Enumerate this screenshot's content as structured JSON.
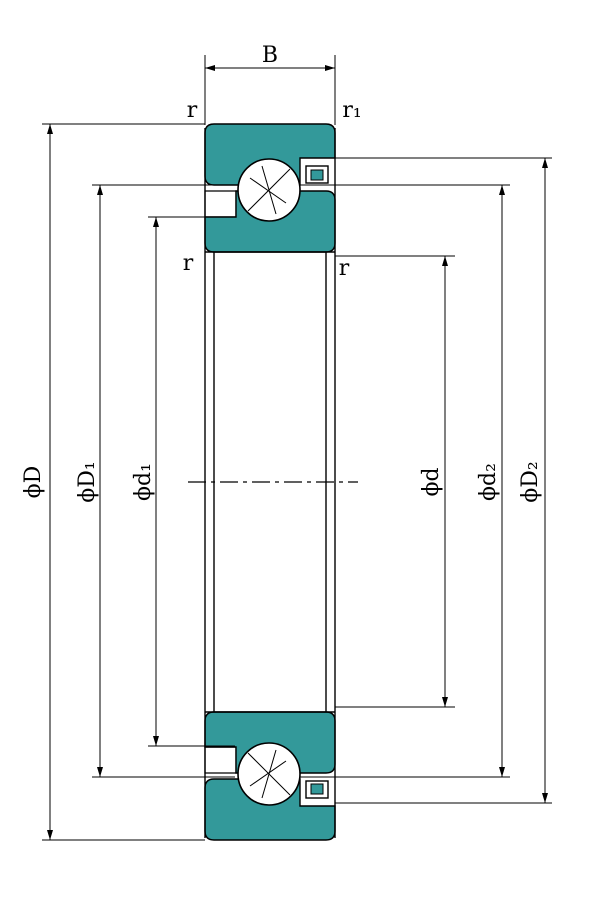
{
  "labels": {
    "width": "B",
    "r_top_left": "r",
    "r_top_right": "r₁",
    "r_inner_left": "r",
    "r_inner_right": "r",
    "outer_diameter": "ϕD",
    "d1_outer": "ϕD₁",
    "d1_inner": "ϕd₁",
    "bore": "ϕd",
    "d2_inner": "ϕd₂",
    "d2_outer": "ϕD₂"
  },
  "colors": {
    "ring_fill": "#33999a",
    "line": "#000000",
    "ball_fill": "#ffffff"
  }
}
